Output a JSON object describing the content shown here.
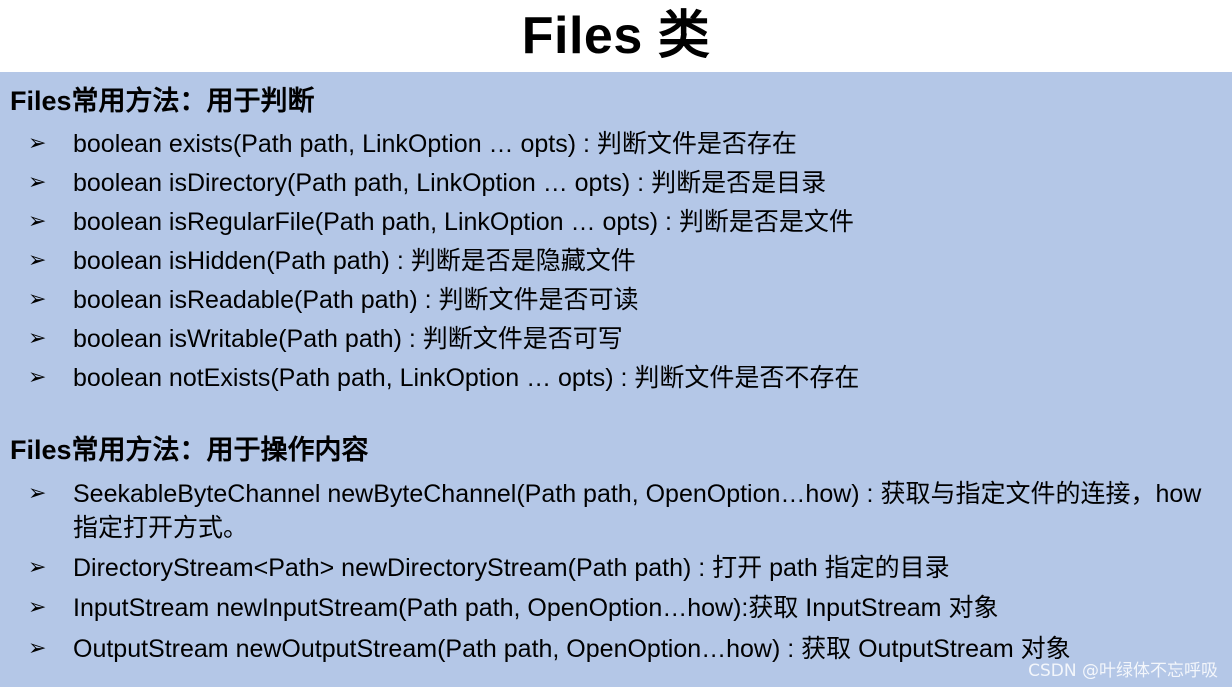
{
  "title": "Files 类",
  "bullet_glyph": "➢",
  "section1": {
    "heading": "Files常用方法：用于判断",
    "items": [
      "boolean exists(Path path, LinkOption … opts) : 判断文件是否存在",
      "boolean isDirectory(Path path, LinkOption … opts) : 判断是否是目录",
      "boolean isRegularFile(Path path, LinkOption … opts) : 判断是否是文件",
      "boolean isHidden(Path path) : 判断是否是隐藏文件",
      "boolean isReadable(Path path) : 判断文件是否可读",
      "boolean isWritable(Path path) : 判断文件是否可写",
      "boolean notExists(Path path, LinkOption … opts) : 判断文件是否不存在"
    ]
  },
  "section2": {
    "heading": "Files常用方法：用于操作内容",
    "items": [
      "SeekableByteChannel newByteChannel(Path path, OpenOption…how) : 获取与指定文件的连接，how 指定打开方式。",
      "DirectoryStream<Path>  newDirectoryStream(Path path) : 打开 path 指定的目录",
      "InputStream newInputStream(Path path, OpenOption…how):获取 InputStream 对象",
      "OutputStream newOutputStream(Path path, OpenOption…how) : 获取 OutputStream 对象"
    ]
  },
  "watermark": "CSDN @叶绿体不忘呼吸",
  "colors": {
    "panel_background": "#b4c7e7",
    "text": "#000000"
  }
}
